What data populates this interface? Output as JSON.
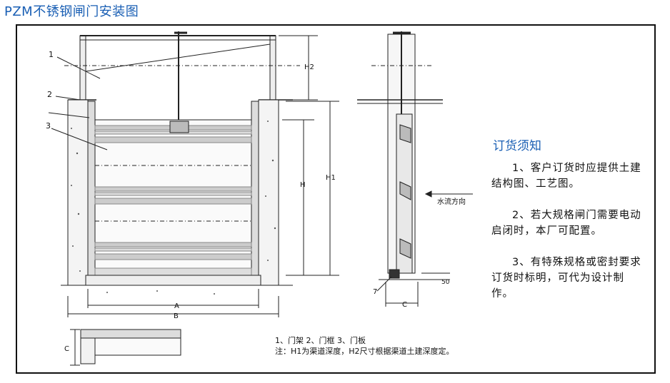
{
  "title": "PZM不锈钢闸门安装图",
  "labels": {
    "n1": "1",
    "n2": "2",
    "n3": "3",
    "h2": "H2",
    "h1": "H1",
    "h": "H",
    "a": "A",
    "b": "B",
    "c": "C",
    "c_side": "C",
    "n7": "7",
    "n50": "50",
    "flow": "水流方向"
  },
  "notes": {
    "heading": "订货须知",
    "items": [
      "1、客户订货时应提供土建结构图、工艺图。",
      "2、若大规格闸门需要电动启闭时，本厂可配置。",
      "3、有特殊规格或密封要求订货时标明，可代为设计制作。"
    ]
  },
  "legend": {
    "line1": "1、门架   2、门框   3、门板",
    "line2": "注：H1为渠道深度，H2尺寸根据渠道土建深度定。"
  }
}
